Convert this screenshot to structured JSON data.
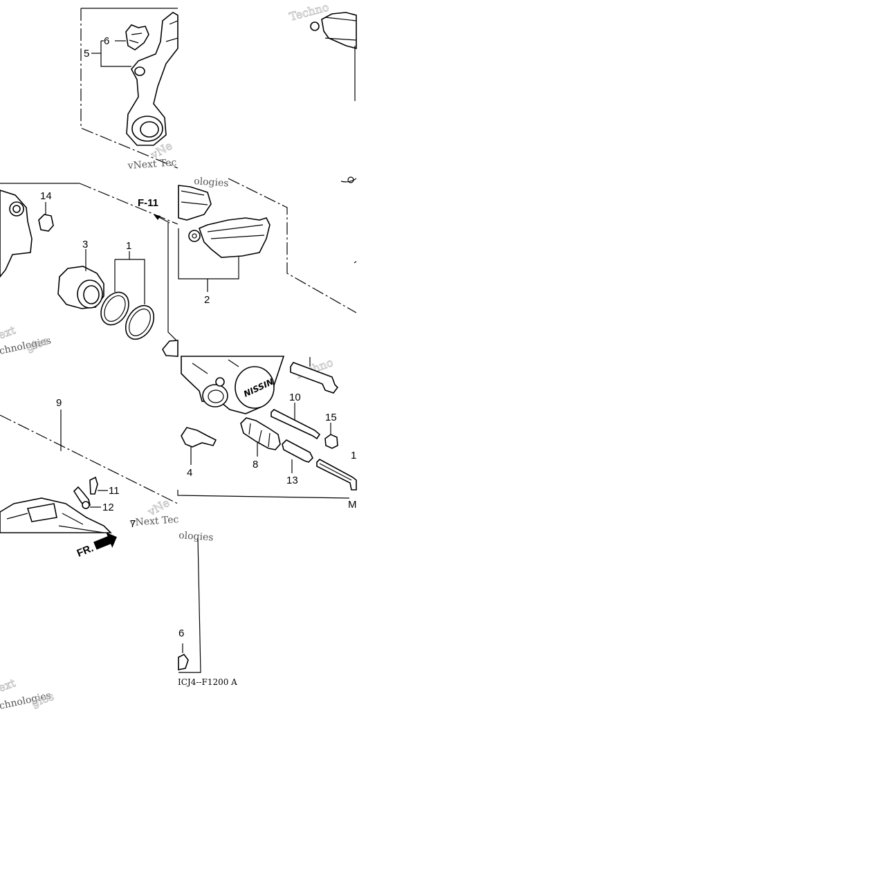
{
  "labels": {
    "p1": "1",
    "p2": "2",
    "p3": "3",
    "p4": "4",
    "p5": "5",
    "p6a": "6",
    "p6b": "6",
    "p7": "7",
    "p8": "8",
    "p9": "9",
    "p10": "10",
    "p11": "11",
    "p12": "12",
    "p13": "13",
    "p14": "14",
    "p15": "15",
    "p1c": "1"
  },
  "ref": {
    "f11": "F-11",
    "fr": "FR."
  },
  "caliper_brand": "NISSIN",
  "diagram_code": "ICJ4--F1200 A",
  "edge_text": {
    "m": "M"
  },
  "watermark": {
    "w1": "Techno",
    "w2": "vNext Tec",
    "w3": "ologies",
    "w4": "ext",
    "w5": "chnologies",
    "w6": "Techno",
    "w7": "vNext Tec",
    "w8": "ologies",
    "w9": "ext",
    "w10": "chnologies"
  }
}
